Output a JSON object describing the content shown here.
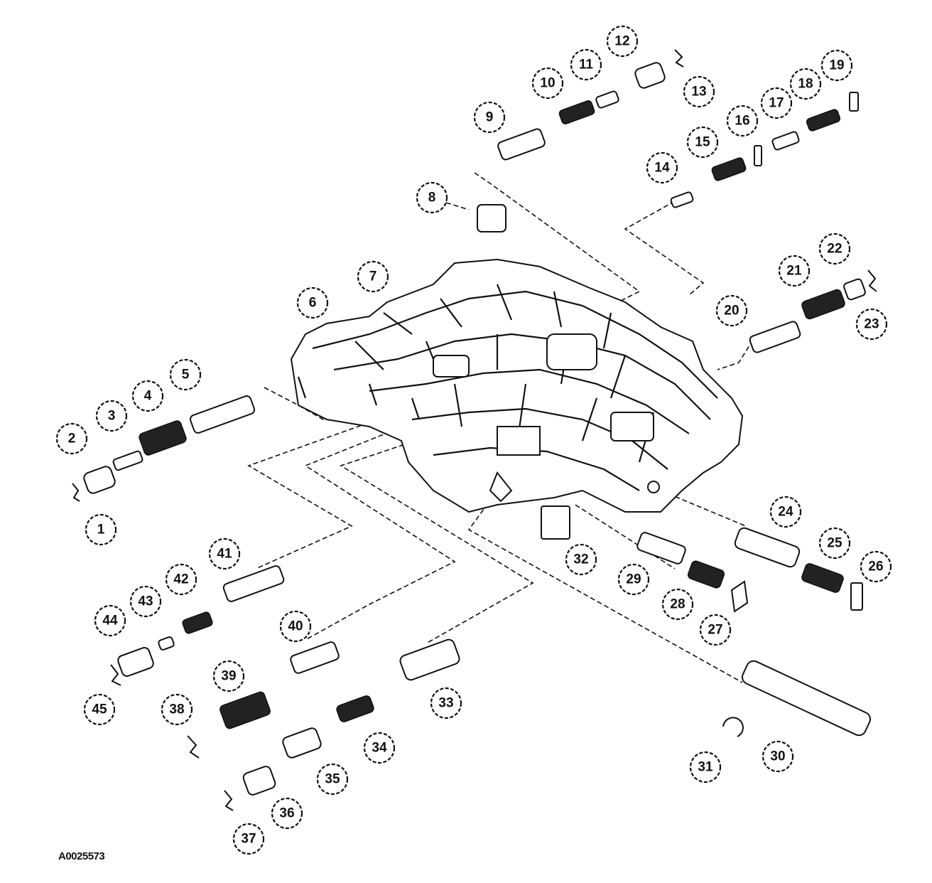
{
  "figure_id": "A0025573",
  "callouts": [
    "1",
    "2",
    "3",
    "4",
    "5",
    "6",
    "7",
    "8",
    "9",
    "10",
    "11",
    "12",
    "13",
    "14",
    "15",
    "16",
    "17",
    "18",
    "19",
    "20",
    "21",
    "22",
    "23",
    "24",
    "25",
    "26",
    "27",
    "28",
    "29",
    "30",
    "31",
    "32",
    "33",
    "34",
    "35",
    "36",
    "37",
    "38",
    "39",
    "40",
    "41",
    "42",
    "43",
    "44",
    "45"
  ]
}
